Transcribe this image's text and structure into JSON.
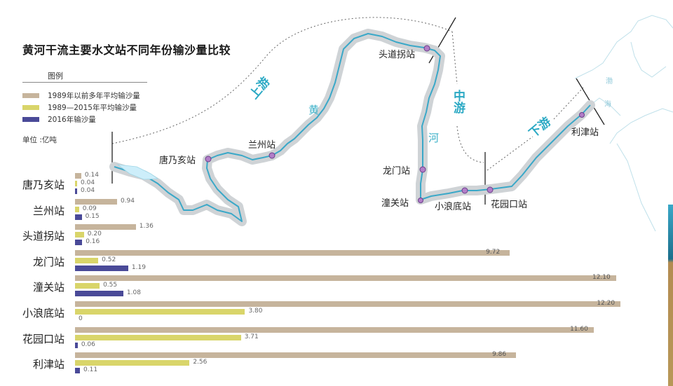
{
  "title": "黄河干流主要水文站不同年份输沙量比较",
  "legend": {
    "title": "图例",
    "items": [
      {
        "label": "1989年以前多年平均输沙量",
        "color": "#c6b49c"
      },
      {
        "label": "1989—2015年平均输沙量",
        "color": "#d9d56a"
      },
      {
        "label": "2016年输沙量",
        "color": "#4a4a98"
      }
    ]
  },
  "unit": "单位 :亿吨",
  "map": {
    "regions": {
      "upper": "上游",
      "middle": "中游",
      "lower": "下游"
    },
    "river_chars": [
      "黄",
      "河"
    ],
    "sea_chars": [
      "渤",
      "海"
    ],
    "stations": {
      "tangnaihai": "唐乃亥站",
      "lanzhou": "兰州站",
      "toudaoguai": "头道拐站",
      "longmen": "龙门站",
      "tongguan": "潼关站",
      "xiaolangdi": "小浪底站",
      "huayuankou": "花园口站",
      "lijin": "利津站"
    }
  },
  "chart_data": {
    "type": "bar",
    "orientation": "horizontal",
    "title": "黄河干流主要水文站不同年份输沙量比较",
    "unit": "亿吨",
    "categories": [
      "唐乃亥站",
      "兰州站",
      "头道拐站",
      "龙门站",
      "潼关站",
      "小浪底站",
      "花园口站",
      "利津站"
    ],
    "series": [
      {
        "name": "1989年以前多年平均输沙量",
        "color": "#c6b49c",
        "values": [
          0.14,
          0.94,
          1.36,
          9.72,
          12.1,
          12.2,
          11.6,
          9.86
        ],
        "labels": [
          "0.14",
          "0.94",
          "1.36",
          "9.72",
          "12.10",
          "12.20",
          "11.60",
          "9.86"
        ]
      },
      {
        "name": "1989—2015年平均输沙量",
        "color": "#d9d56a",
        "values": [
          0.04,
          0.09,
          0.2,
          0.52,
          0.55,
          3.8,
          3.71,
          2.56
        ],
        "labels": [
          "0.04",
          "0.09",
          "0.20",
          "0.52",
          "0.55",
          "3.80",
          "3.71",
          "2.56"
        ]
      },
      {
        "name": "2016年输沙量",
        "color": "#4a4a98",
        "values": [
          0.04,
          0.15,
          0.16,
          1.19,
          1.08,
          0,
          0.06,
          0.11
        ],
        "labels": [
          "0.04",
          "0.15",
          "0.16",
          "1.19",
          "1.08",
          "0",
          "0.06",
          "0.11"
        ]
      }
    ],
    "xlim": [
      0,
      12.2
    ],
    "grid": false,
    "legend_position": "top-left"
  }
}
